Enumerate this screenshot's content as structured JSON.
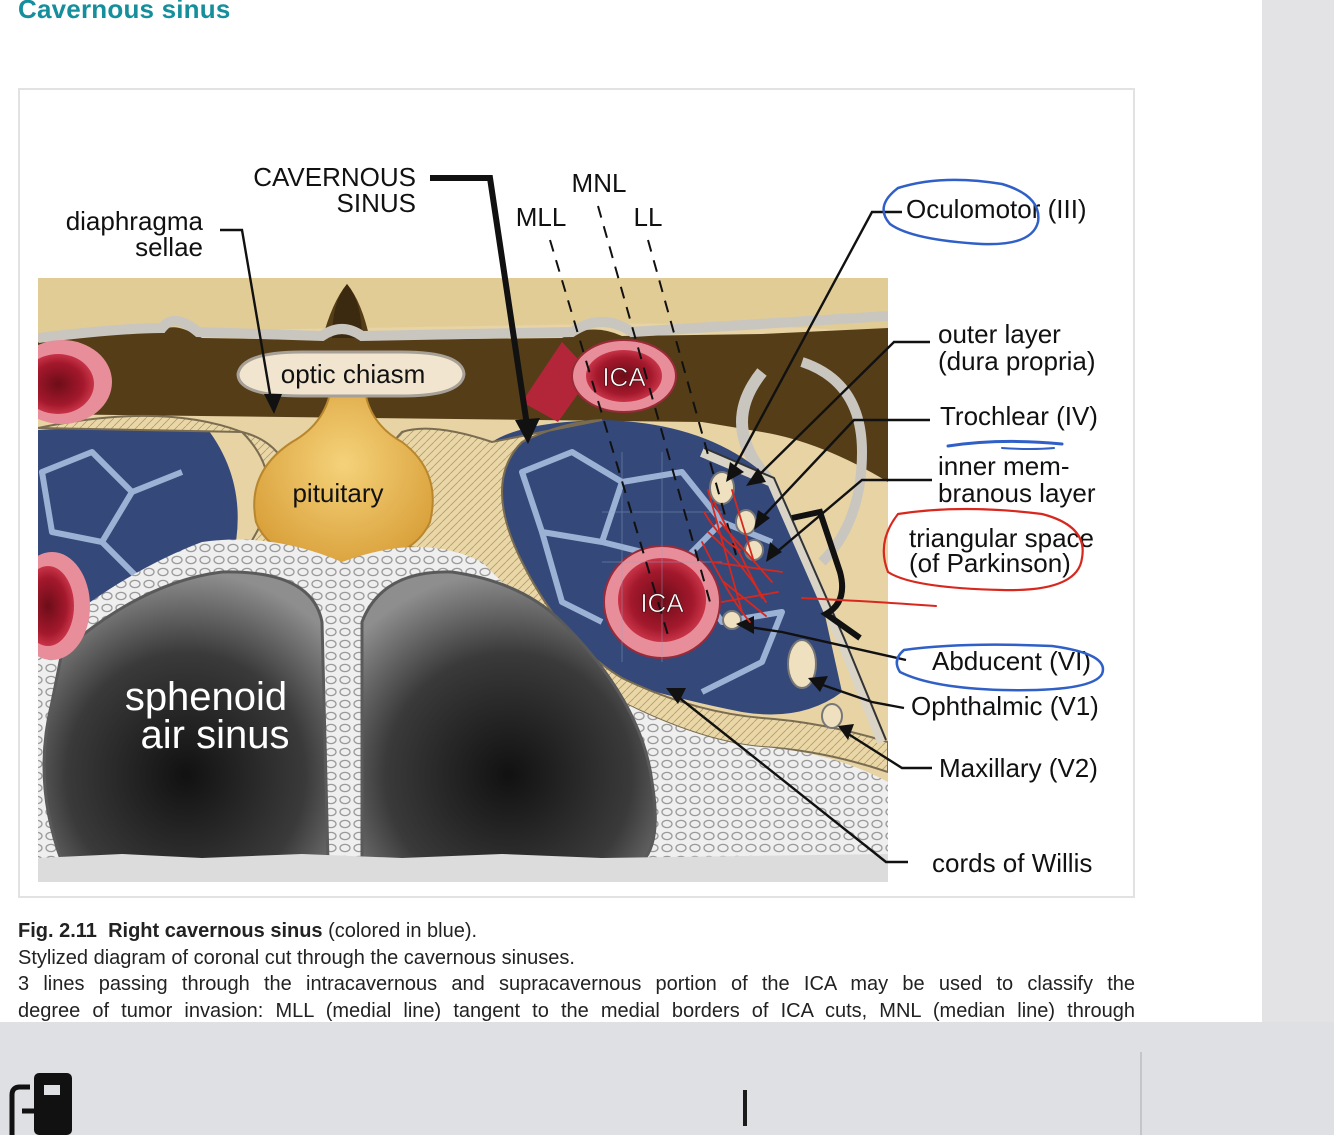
{
  "section": {
    "title": "Cavernous sinus"
  },
  "figure": {
    "labels": {
      "cavernous_sinus_1": "CAVERNOUS",
      "cavernous_sinus_2": "SINUS",
      "mnl": "MNL",
      "mll": "MLL",
      "ll": "LL",
      "diaphragma_1": "diaphragma",
      "diaphragma_2": "sellae",
      "optic_chiasm": "optic chiasm",
      "pituitary": "pituitary",
      "ica_top": "ICA",
      "ica_main": "ICA",
      "sphenoid_1": "sphenoid",
      "sphenoid_2": "air sinus",
      "oculomotor": "Oculomotor (III)",
      "outer_layer_1": "outer layer",
      "outer_layer_2": "(dura propria)",
      "trochlear": "Trochlear (IV)",
      "inner_layer_1": "inner mem-",
      "inner_layer_2": "branous layer",
      "triangular_1": "triangular space",
      "triangular_2": "(of Parkinson)",
      "abducent": "Abducent (VI)",
      "ophthalmic": "Ophthalmic (V1)",
      "maxillary": "Maxillary (V2)",
      "willis": "cords of Willis"
    },
    "colors": {
      "sinus_blue": "#34487a",
      "dura_brown": "#553d18",
      "tan_bg": "#e7d3a4",
      "ica_red": "#b3263a",
      "pituitary_gold": "#e4b24a",
      "annotation_blue": "#2f5fc7",
      "annotation_red": "#d8281e"
    }
  },
  "caption": {
    "fig_label": "Fig. 2.11",
    "fig_title": "Right cavernous sinus",
    "fig_title_suffix": " (colored in blue).",
    "line2": "Stylized diagram of coronal cut through the cavernous sinuses.",
    "line3": "3 lines passing through the intracavernous and supracavernous portion of the ICA may be used to classify the",
    "line4": "degree of tumor invasion: MLL (medial line) tangent to the medial borders of ICA cuts, MNL (median line) through"
  },
  "toolbar": {
    "clipboard_icon": "clipboard-icon"
  }
}
